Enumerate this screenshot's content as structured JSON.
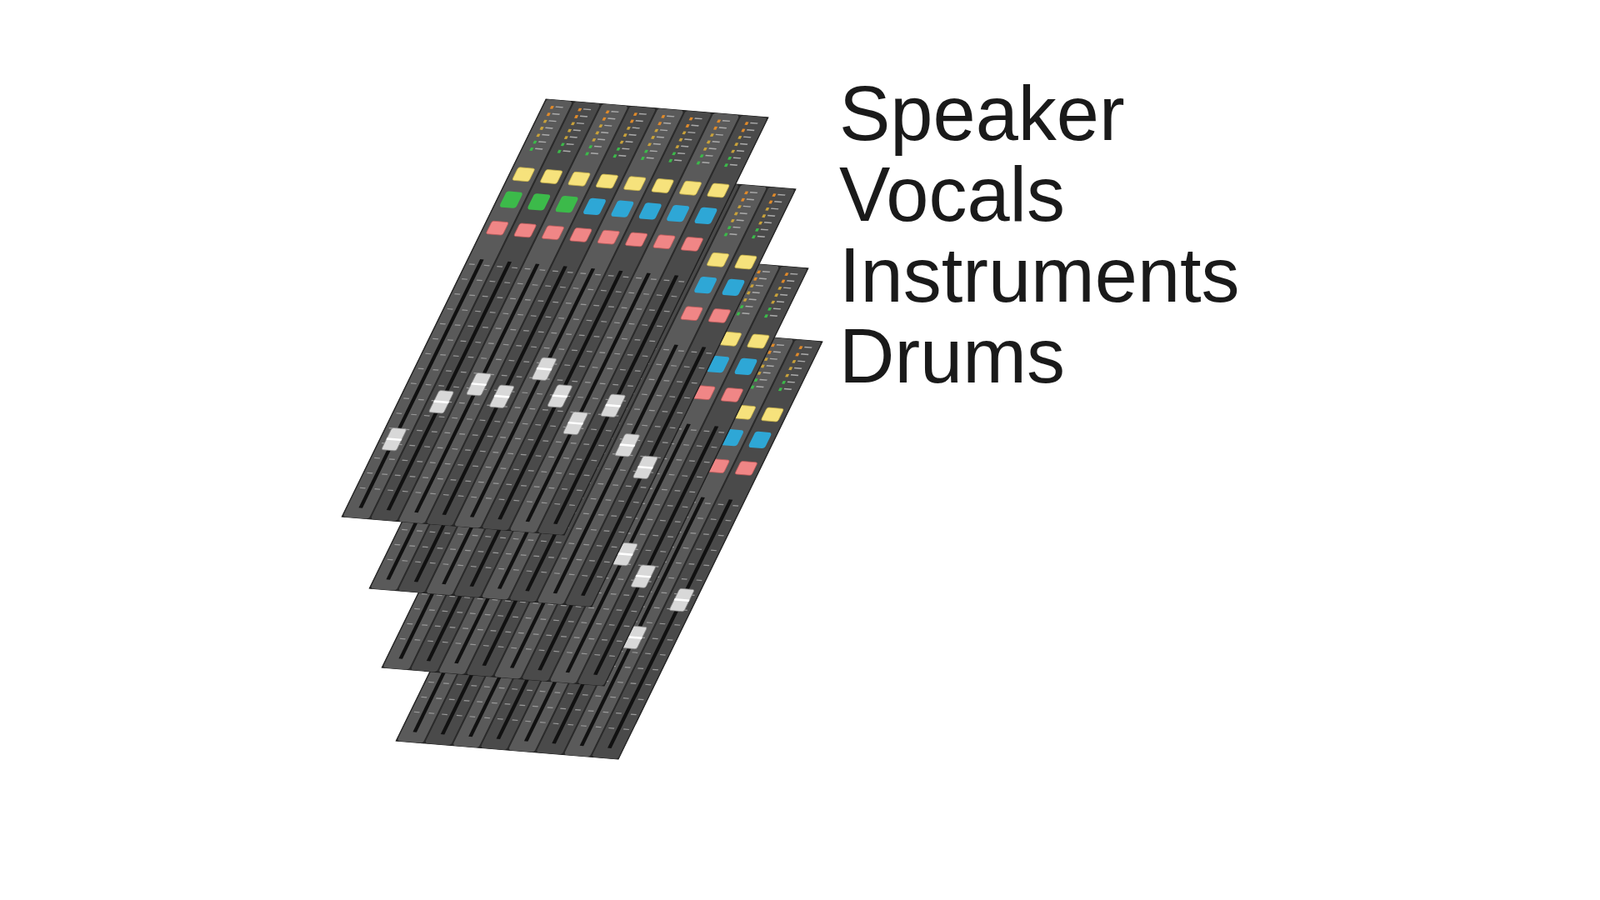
{
  "diagram": {
    "labels": [
      "Speaker",
      "Vocals",
      "Instruments",
      "Drums"
    ]
  }
}
